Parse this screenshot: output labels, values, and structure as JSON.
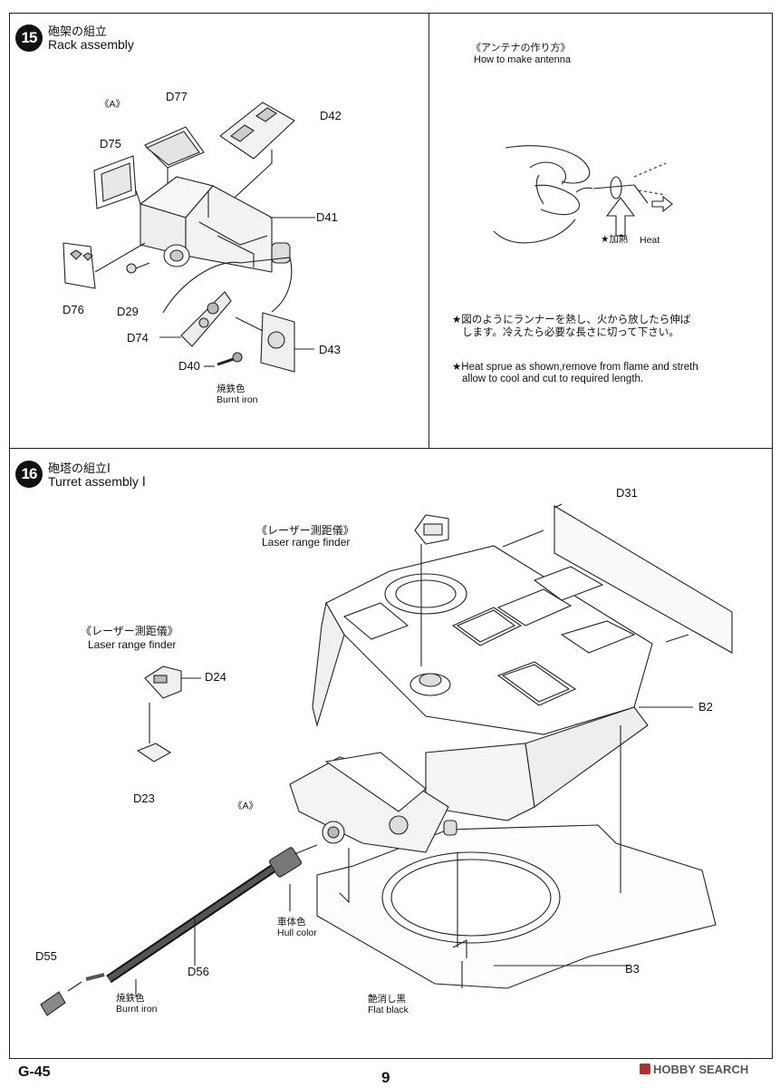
{
  "step15": {
    "number": "15",
    "title_jp": "砲架の組立",
    "title_en": "Rack assembly",
    "labels": {
      "a": "《A》",
      "d77": "D77",
      "d42": "D42",
      "d75": "D75",
      "d41": "D41",
      "d76": "D76",
      "d29": "D29",
      "d74": "D74",
      "d43": "D43",
      "d40": "D40"
    },
    "color_jp": "焼鉄色",
    "color_en": "Burnt iron"
  },
  "antenna": {
    "title_jp": "《アンテナの作り方》",
    "title_en": "How to make antenna",
    "heat_jp": "★加熱",
    "heat_en": "Heat",
    "note1_jp_line1": "★図のようにランナーを熱し、火から放したら伸ば",
    "note1_jp_line2": "します。冷えたら必要な長さに切って下さい。",
    "note2_en_line1": "★Heat sprue as shown,remove from flame and streth",
    "note2_en_line2": "allow to cool and cut to required length."
  },
  "step16": {
    "number": "16",
    "title_jp": "砲塔の組立Ⅰ",
    "title_en": "Turret assembly Ⅰ",
    "laser_top_jp": "《レーザー測距儀》",
    "laser_top_en": "Laser range finder",
    "laser_left_jp": "《レーザー測距儀》",
    "laser_left_en": "Laser range finder",
    "labels": {
      "d31": "D31",
      "d24": "D24",
      "b2": "B2",
      "d23": "D23",
      "a": "《A》",
      "d55": "D55",
      "d56": "D56",
      "b3": "B3"
    },
    "hull_jp": "車体色",
    "hull_en": "Hull color",
    "burnt_jp": "焼鉄色",
    "burnt_en": "Burnt iron",
    "flat_jp": "艶消し黒",
    "flat_en": "Flat black"
  },
  "footer": {
    "code": "G-45",
    "page": "9",
    "watermark": "HOBBY SEARCH"
  }
}
